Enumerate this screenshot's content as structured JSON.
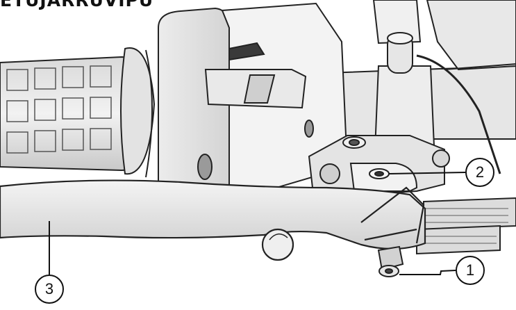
{
  "heading": "ETUJARRUVIPU",
  "callouts": [
    {
      "label": "1"
    },
    {
      "label": "2"
    },
    {
      "label": "3"
    }
  ]
}
